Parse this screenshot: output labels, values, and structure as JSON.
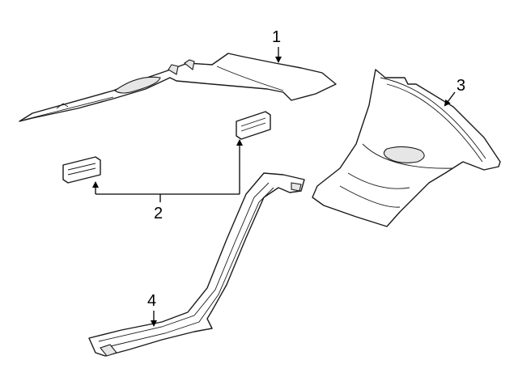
{
  "callouts": [
    {
      "id": "1"
    },
    {
      "id": "2"
    },
    {
      "id": "3"
    },
    {
      "id": "4"
    }
  ]
}
